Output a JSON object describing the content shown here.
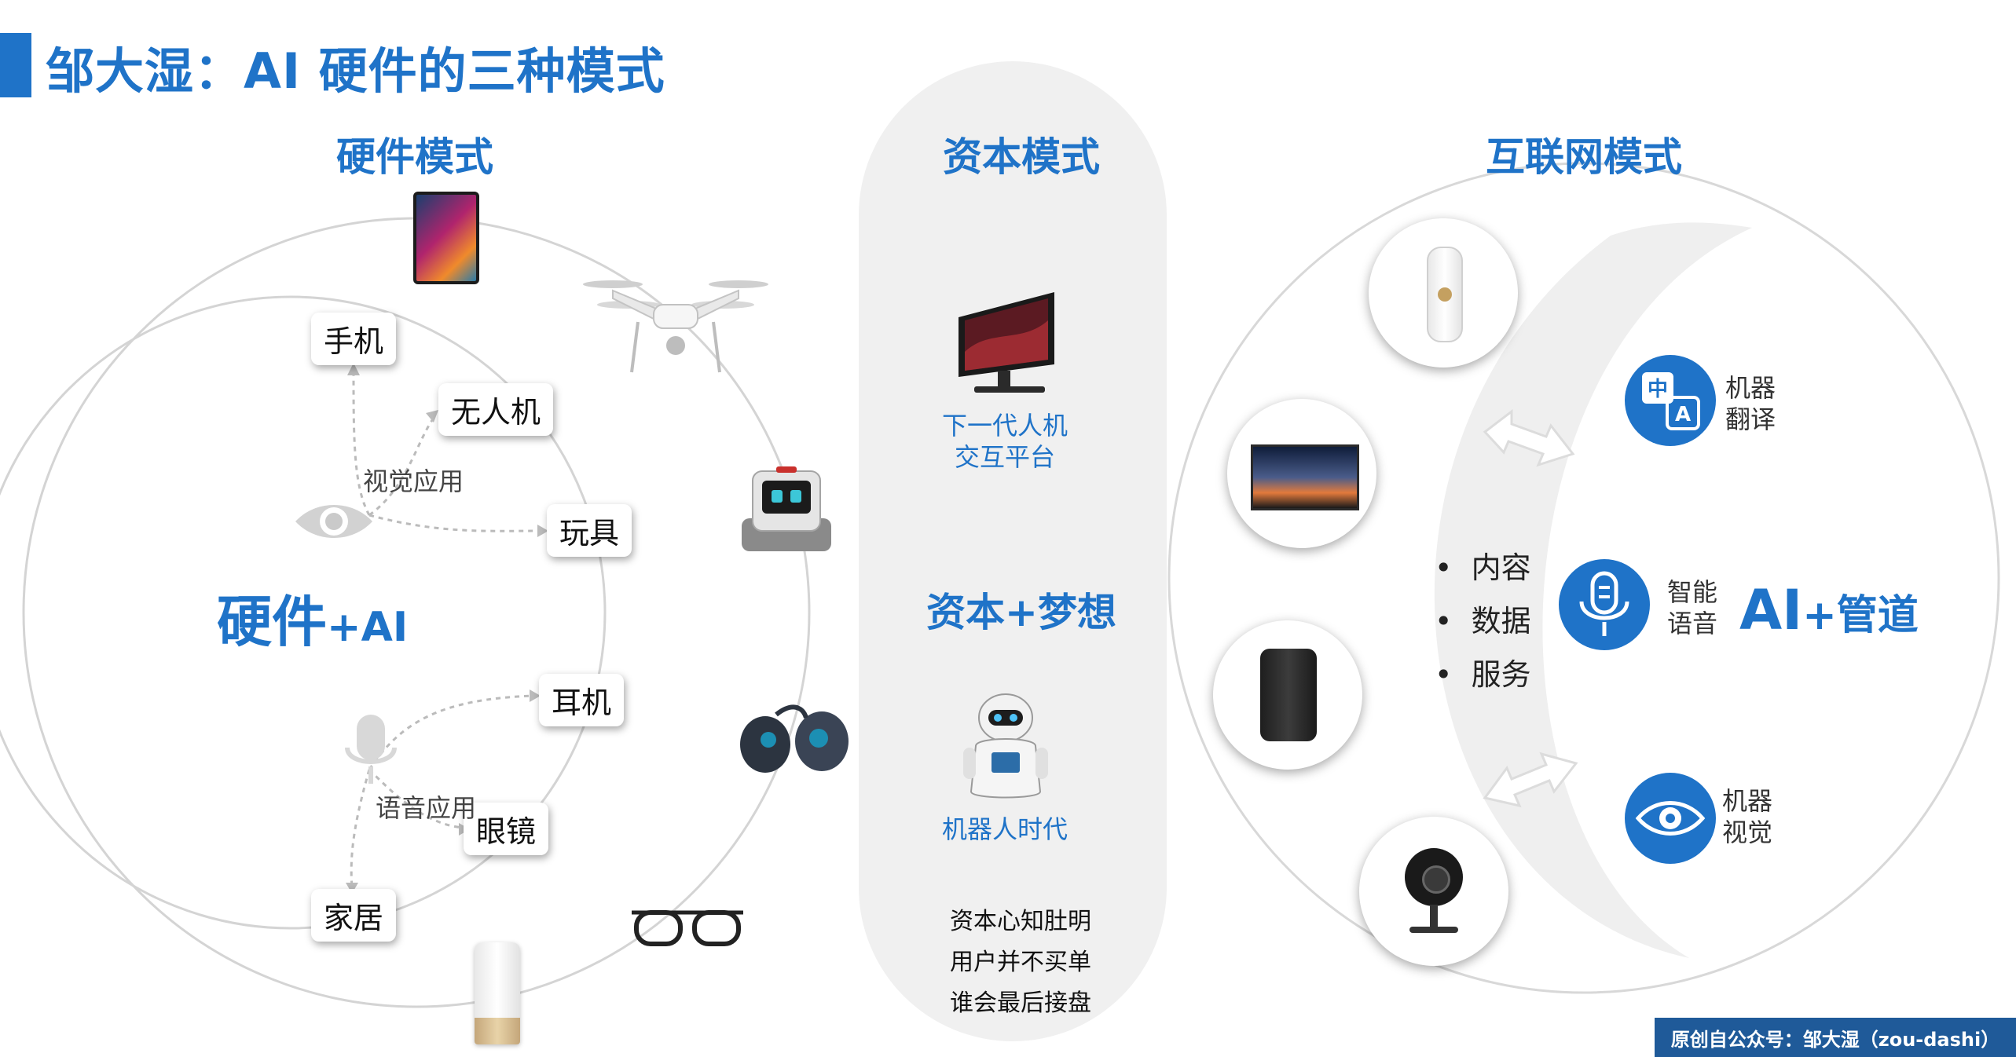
{
  "title": "邹大湿：AI 硬件的三种模式",
  "sections": {
    "hardware": "硬件模式",
    "capital": "资本模式",
    "internet": "互联网模式"
  },
  "hardware": {
    "center_main": "硬件",
    "center_plus": "+AI",
    "vision_label": "视觉应用",
    "voice_label": "语音应用",
    "vision_devices": [
      "手机",
      "无人机",
      "玩具"
    ],
    "voice_devices": [
      "耳机",
      "眼镜",
      "家居"
    ]
  },
  "capital": {
    "circle1_text": [
      "下一代人机",
      "交互平台"
    ],
    "mid_title": "资本+梦想",
    "circle2_text": "机器人时代",
    "bottom_lines": [
      "资本心知肚明",
      "用户并不买单",
      "谁会最后接盘"
    ]
  },
  "internet": {
    "bullets": [
      "内容",
      "数据",
      "服务"
    ],
    "features": [
      {
        "icon": "translate-icon",
        "label": [
          "机器",
          "翻译"
        ]
      },
      {
        "icon": "microphone-icon",
        "label": [
          "智能",
          "语音"
        ]
      },
      {
        "icon": "eye-icon",
        "label": [
          "机器",
          "视觉"
        ]
      }
    ],
    "pipe_main": "AI",
    "pipe_plus": "+管道"
  },
  "footer": "原创自公众号：邹大湿（zou-dashi）",
  "colors": {
    "accent": "#1f73c8",
    "footer_bg": "#1f5a99",
    "pill_bg": "#f0f0f0"
  }
}
